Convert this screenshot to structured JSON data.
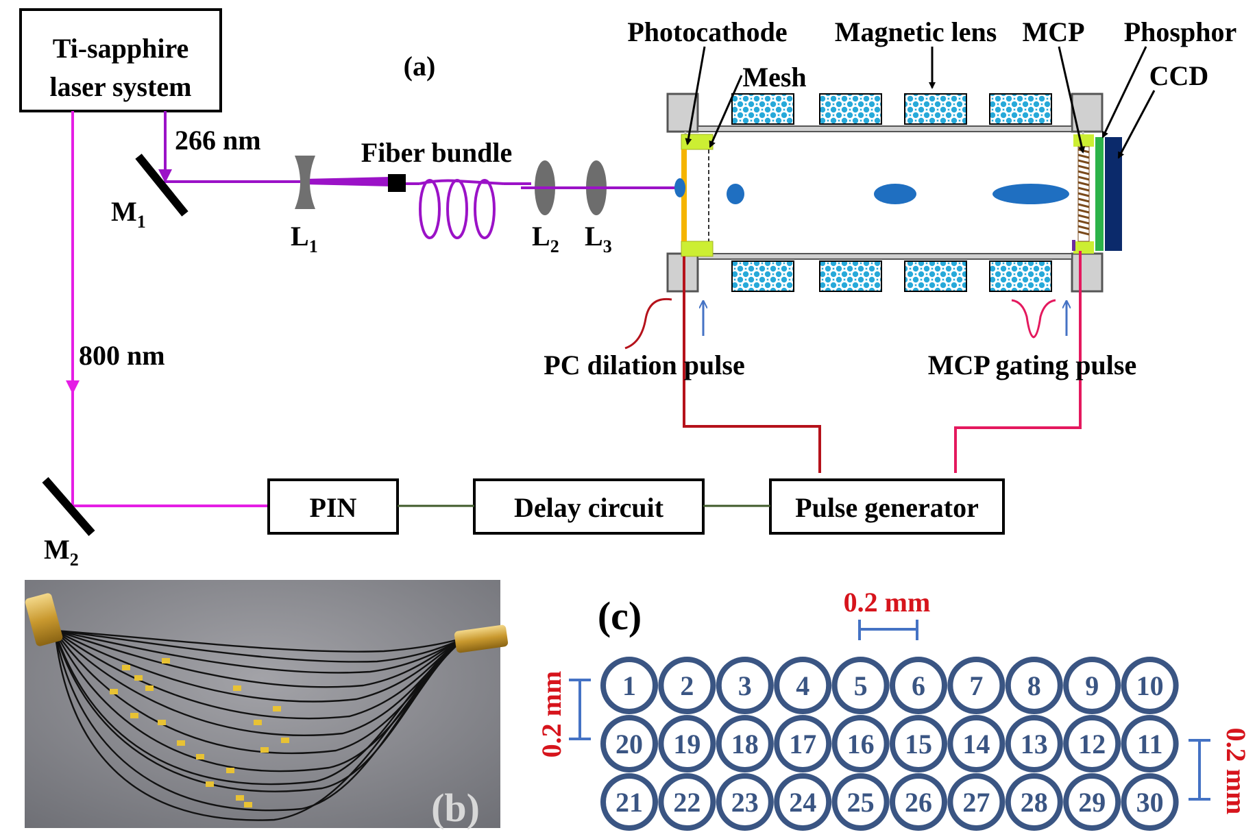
{
  "panel_a": {
    "label": "(a)",
    "laser_box": {
      "line1": "Ti-sapphire",
      "line2": "laser system"
    },
    "wavelength_uv": "266 nm",
    "wavelength_ir": "800 nm",
    "mirror1": {
      "base": "M",
      "sub": "1"
    },
    "mirror2": {
      "base": "M",
      "sub": "2"
    },
    "lens1": {
      "base": "L",
      "sub": "1"
    },
    "lens2": {
      "base": "L",
      "sub": "2"
    },
    "lens3": {
      "base": "L",
      "sub": "3"
    },
    "fiber_bundle": "Fiber bundle",
    "photocathode": "Photocathode",
    "mesh": "Mesh",
    "magnetic_lens": "Magnetic lens",
    "mcp": "MCP",
    "phosphor": "Phosphor",
    "ccd": "CCD",
    "pc_pulse": "PC dilation pulse",
    "mcp_pulse": "MCP gating pulse",
    "pin": "PIN",
    "delay_circuit": "Delay circuit",
    "pulse_generator": "Pulse generator"
  },
  "panel_b": {
    "label": "(b)"
  },
  "panel_c": {
    "label": "(c)",
    "spacing_top": "0.2 mm",
    "spacing_left": "0.2 mm",
    "spacing_right": "0.2 mm",
    "rows": [
      [
        "1",
        "2",
        "3",
        "4",
        "5",
        "6",
        "7",
        "8",
        "9",
        "10"
      ],
      [
        "20",
        "19",
        "18",
        "17",
        "16",
        "15",
        "14",
        "13",
        "12",
        "11"
      ],
      [
        "21",
        "22",
        "23",
        "24",
        "25",
        "26",
        "27",
        "28",
        "29",
        "30"
      ]
    ]
  },
  "colors": {
    "uv_beam": "#9b12c7",
    "ir_beam": "#e51ee5",
    "pc_pulse_line": "#b5121b",
    "mcp_pulse_line": "#e4195e",
    "signal_line": "#3f5a2a",
    "fiber_circle": "#3a5583",
    "scale_red": "#d6141c",
    "scale_blue": "#4472c4",
    "electron_blob": "#1f6fc1"
  }
}
